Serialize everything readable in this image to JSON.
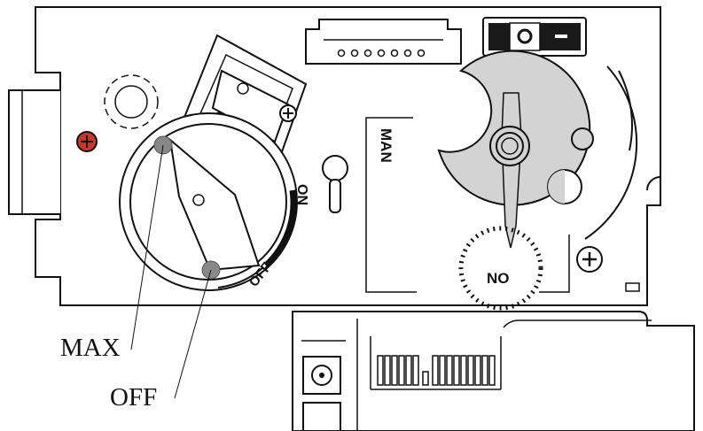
{
  "callouts": {
    "max": "MAX",
    "off": "OFF"
  },
  "dial_labels": {
    "on": "ON",
    "off": "OFF"
  },
  "knob_labels": {
    "man": "MAN",
    "no": "NO"
  },
  "switch": {
    "on_symbol": "●",
    "off_symbol": "−"
  },
  "colors": {
    "line": "#111111",
    "knob_fill": "#d3d3d3",
    "screw_red": "#c8372d",
    "background": "#ffffff"
  }
}
